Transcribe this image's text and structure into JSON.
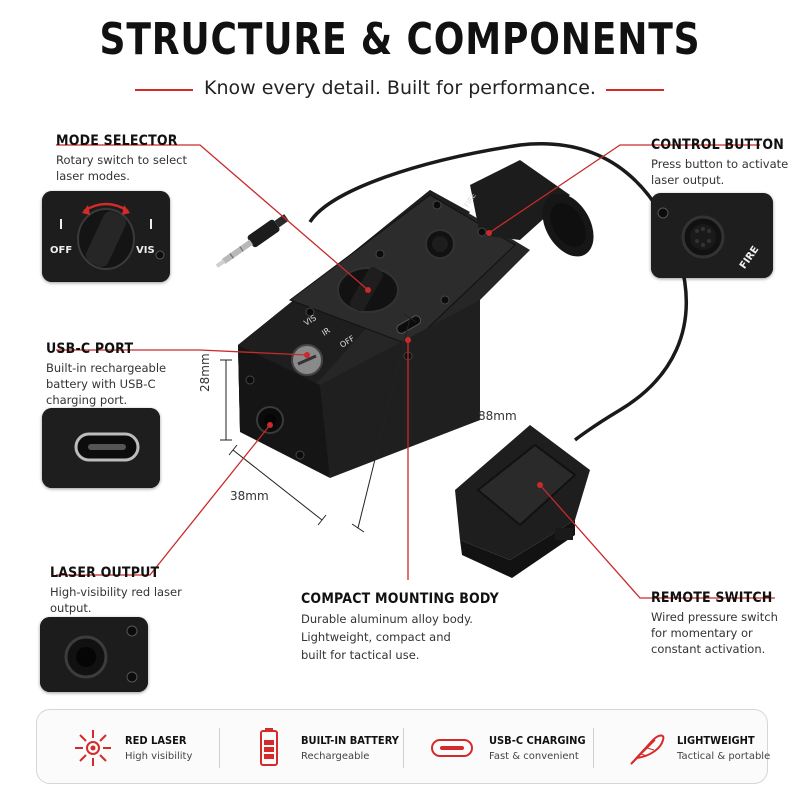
{
  "header": {
    "title": "STRUCTURE & COMPONENTS",
    "subtitle": "Know every detail. Built for performance."
  },
  "callouts": {
    "mode_selector": {
      "title": "MODE SELECTOR",
      "desc": [
        "Rotary switch to select",
        "laser modes."
      ]
    },
    "usb_port": {
      "title": "USB-C PORT",
      "desc": [
        "Built-in rechargeable",
        "battery with USB-C",
        "charging port."
      ]
    },
    "laser_output": {
      "title": "LASER OUTPUT",
      "desc": [
        "High-visibility red laser",
        "output."
      ]
    },
    "control_button": {
      "title": "CONTROL BUTTON",
      "desc": [
        "Press button to activate",
        "laser output."
      ]
    },
    "mounting_body": {
      "title": "COMPACT MOUNTING BODY",
      "desc": [
        "Durable aluminum alloy body.",
        "Lightweight, compact and",
        "built for tactical use."
      ]
    },
    "remote_switch": {
      "title": "REMOTE SWITCH",
      "desc": [
        "Wired pressure switch",
        "for momentary or",
        "constant activation."
      ]
    }
  },
  "insets": {
    "mode": {
      "off": "OFF",
      "vis": "VIS"
    },
    "control": {
      "fire": "FIRE"
    }
  },
  "device": {
    "mode_labels": [
      "OFF",
      "IR",
      "VIS"
    ],
    "fire_label": "FIRE"
  },
  "dimensions": {
    "height": "28mm",
    "width": "38mm",
    "length": "88mm"
  },
  "features": [
    {
      "icon": "laser-burst-icon",
      "title": "RED LASER",
      "desc": "High visibility"
    },
    {
      "icon": "battery-icon",
      "title": "BUILT-IN BATTERY",
      "desc": "Rechargeable"
    },
    {
      "icon": "usb-c-icon",
      "title": "USB-C CHARGING",
      "desc": "Fast & convenient"
    },
    {
      "icon": "feather-icon",
      "title": "LIGHTWEIGHT",
      "desc": "Tactical & portable"
    }
  ],
  "colors": {
    "accent": "#d42a2a",
    "device": "#1c1c1c",
    "text": "#111111"
  }
}
